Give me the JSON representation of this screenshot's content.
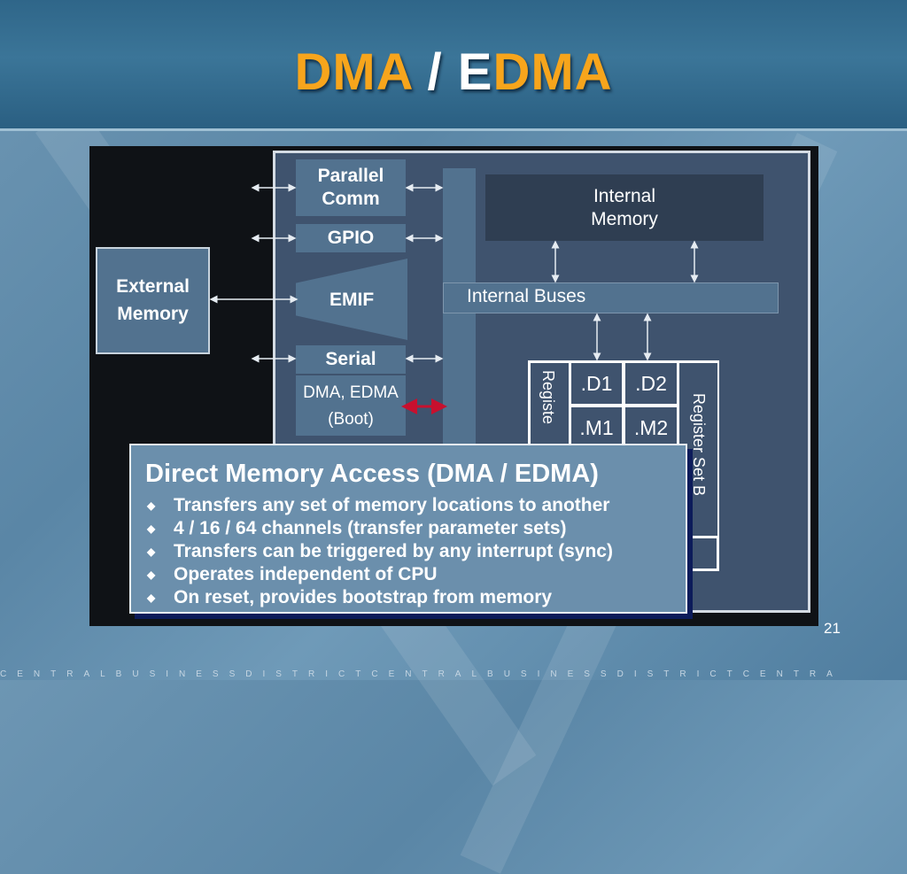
{
  "slide": {
    "title_part1": "DMA",
    "title_slash": " / ",
    "title_e": "E",
    "title_part2": "DMA",
    "page_number": "21",
    "footer": "CENTRALBUSINESSDISTRICTCENTRALBUSINESSDISTRICTCENTRA"
  },
  "diagram": {
    "external_memory_line1": "External",
    "external_memory_line2": "Memory",
    "parallel_comm_line1": "Parallel",
    "parallel_comm_line2": "Comm",
    "gpio": "GPIO",
    "emif": "EMIF",
    "serial": "Serial",
    "dma_edma": "DMA, EDMA",
    "boot": "(Boot)",
    "internal_memory_line1": "Internal",
    "internal_memory_line2": "Memory",
    "internal_buses": "Internal Buses",
    "cpu_cells": [
      ".D1",
      ".D2",
      ".M1",
      ".M2"
    ],
    "register_a_label": "Registe",
    "register_b_label": "Register Set B"
  },
  "callout": {
    "title": "Direct Memory Access (DMA / EDMA)",
    "bullet_glyph": "◆",
    "bullets": [
      "Transfers any set of memory locations to another",
      "4 / 16 / 64 channels (transfer parameter sets)",
      "Transfers can be triggered by any interrupt (sync)",
      "Operates independent of CPU",
      "On reset, provides bootstrap from memory"
    ]
  },
  "colors": {
    "title_accent": "#f7a51c",
    "block_fill": "#52728f",
    "highlight_arrow": "#c8102e"
  }
}
